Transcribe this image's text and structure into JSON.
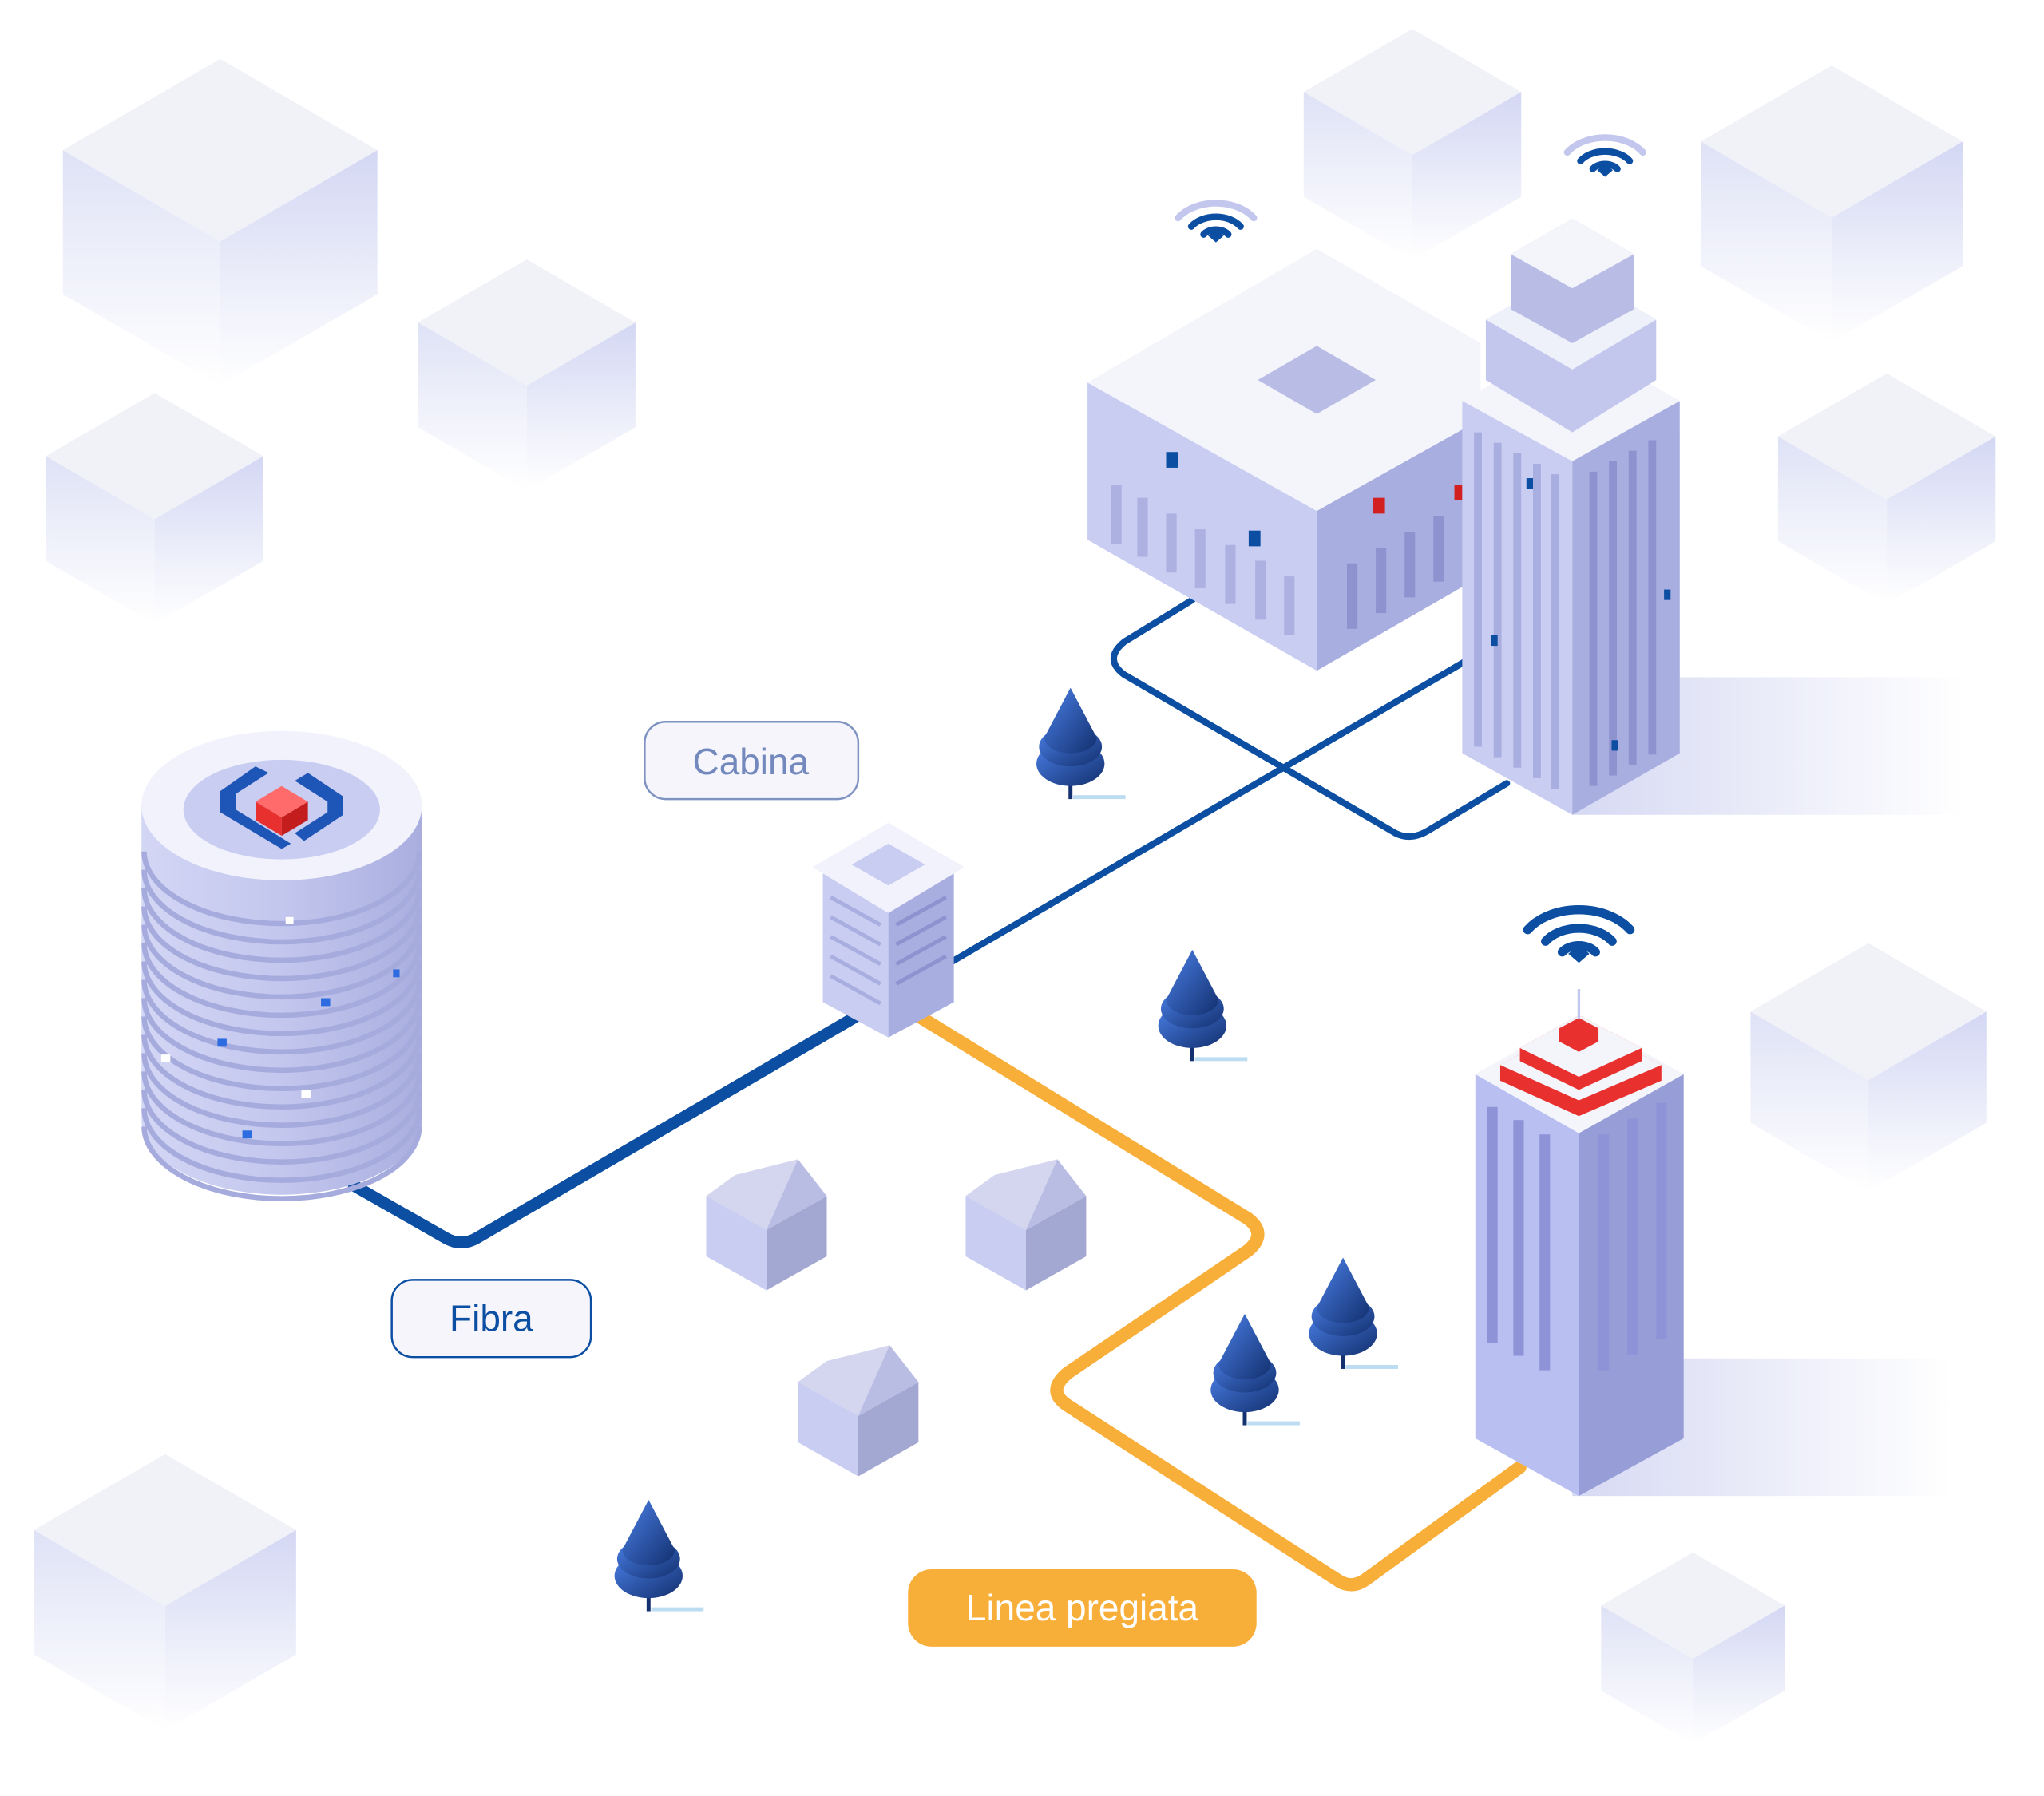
{
  "labels": {
    "cabina": "Cabina",
    "fibra": "Fibra",
    "linea_pregiata": "Linea pregiata"
  },
  "colors": {
    "fiber_blue": "#0b4ea2",
    "copper_orange": "#f8af3a",
    "building_light": "#c9cdf2",
    "building_mid": "#a9aee0",
    "accent_red": "#e8312f",
    "tree_blue": "#2f5fc8"
  }
}
